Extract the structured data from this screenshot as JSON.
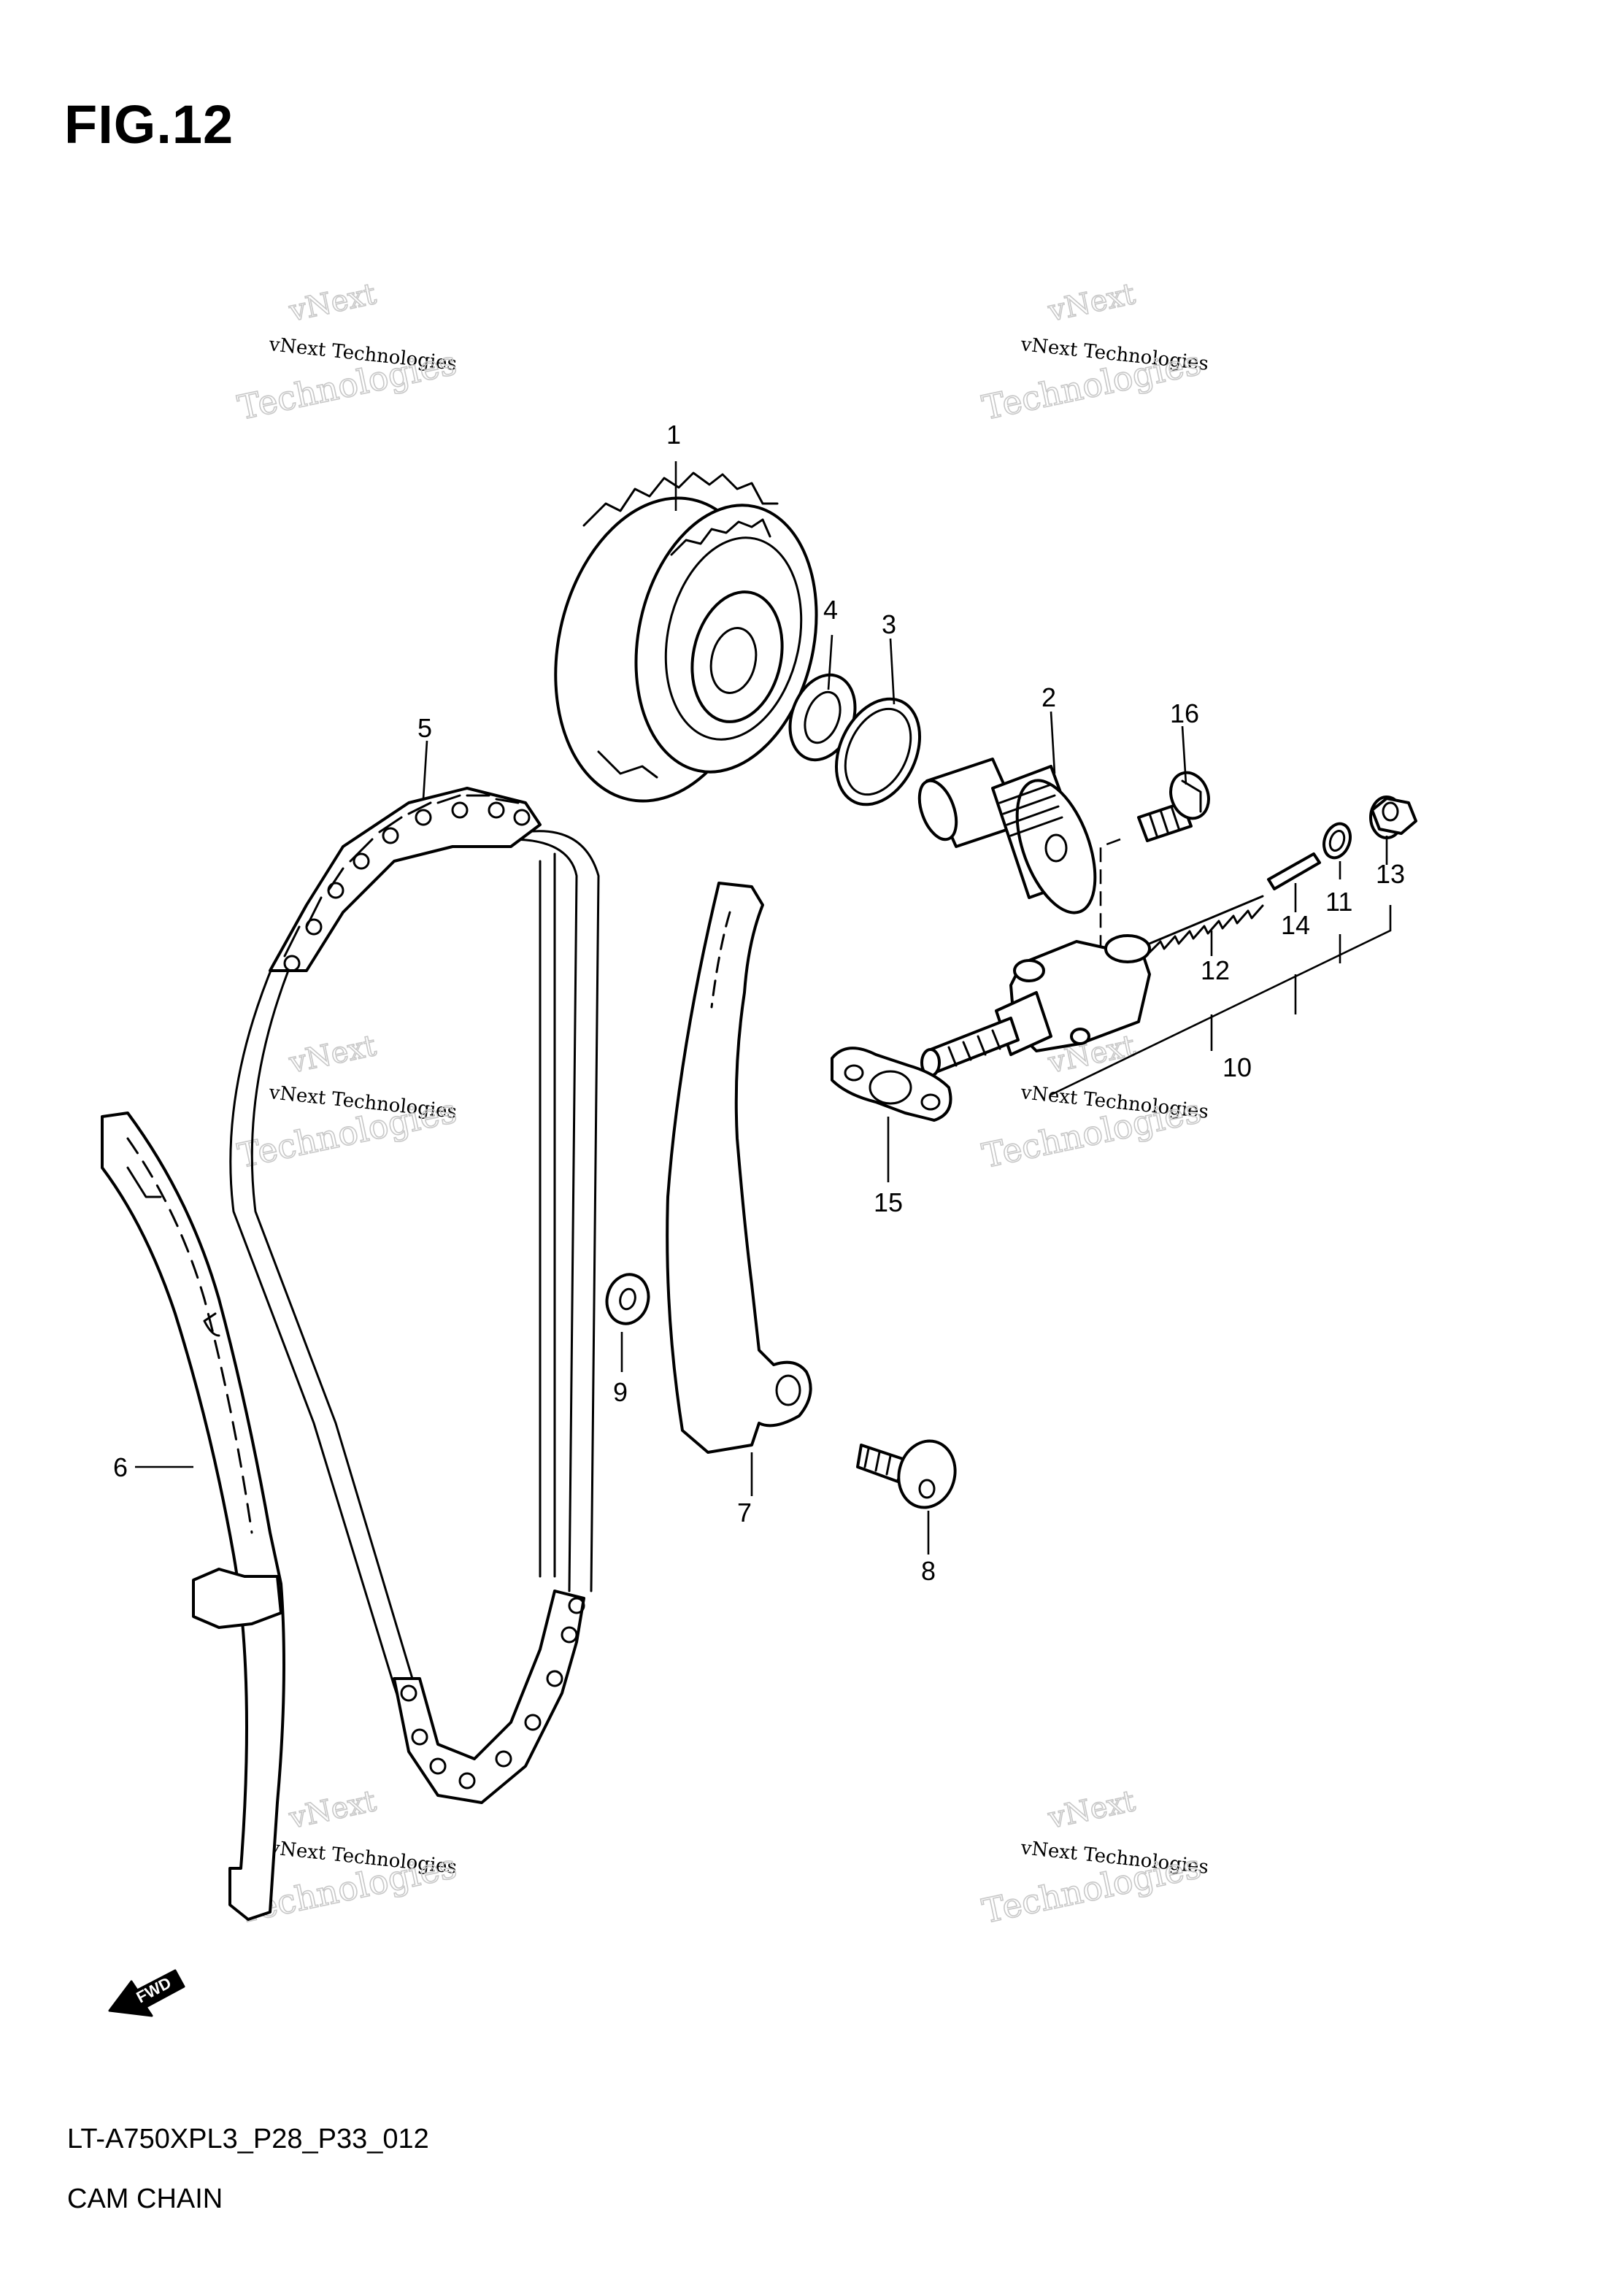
{
  "figure": {
    "title": "FIG.12",
    "model_code": "LT-A750XPL3_P28_P33_012",
    "name": "CAM CHAIN"
  },
  "watermark": {
    "line1": "vNext",
    "line2": "vNext Technologies",
    "line3": "Technologies"
  },
  "callouts": {
    "c1": "1",
    "c2": "2",
    "c3": "3",
    "c4": "4",
    "c5": "5",
    "c6": "6",
    "c7": "7",
    "c8": "8",
    "c9": "9",
    "c10": "10",
    "c11": "11",
    "c12": "12",
    "c13": "13",
    "c14": "14",
    "c15": "15",
    "c16": "16"
  },
  "fwd_label": "FWD"
}
